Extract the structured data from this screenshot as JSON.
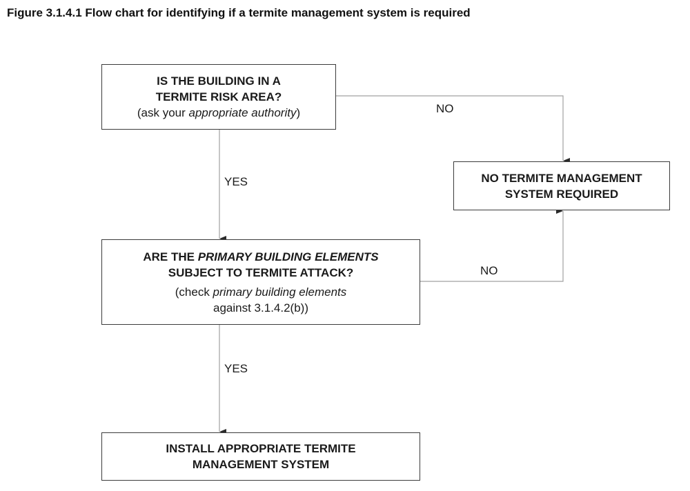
{
  "figure_title": "Figure 3.1.4.1 Flow chart for identifying if a termite management system is required",
  "nodes": {
    "q1": {
      "line1": "IS THE BUILDING IN A",
      "line2": "TERMITE RISK AREA?",
      "note_pre": "(ask your ",
      "note_italic": "appropriate authority",
      "note_post": ")"
    },
    "q2": {
      "line1_pre": "ARE THE ",
      "line1_italic": "PRIMARY BUILDING ELEMENTS",
      "line2": "SUBJECT TO TERMITE ATTACK?",
      "note1_pre": "(check ",
      "note1_italic": "primary building elements",
      "note2": "against 3.1.4.2(b))"
    },
    "none": {
      "line1": "NO TERMITE MANAGEMENT",
      "line2": "SYSTEM REQUIRED"
    },
    "install": {
      "line1": "INSTALL APPROPRIATE TERMITE",
      "line2": "MANAGEMENT SYSTEM"
    }
  },
  "edges": {
    "q1_yes": "YES",
    "q1_no": "NO",
    "q2_yes": "YES",
    "q2_no": "NO"
  },
  "colors": {
    "line": "#a0a0a0",
    "arrowhead": "#2a2a2a",
    "box_border": "#3a3a3a"
  }
}
